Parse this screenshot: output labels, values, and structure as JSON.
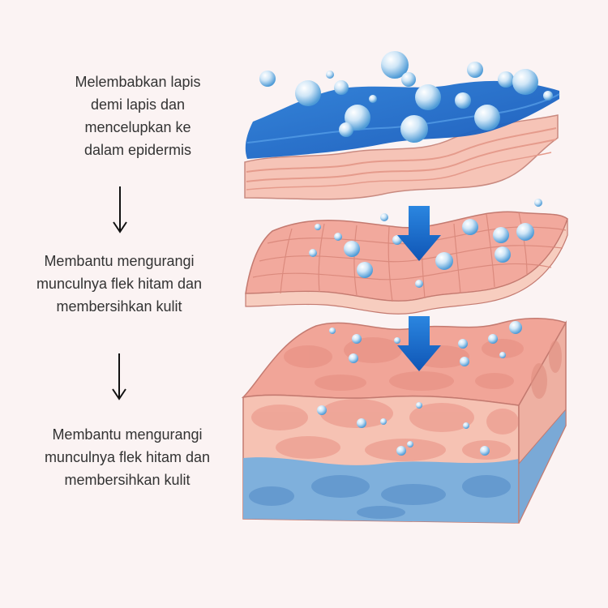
{
  "steps": [
    {
      "text": "Melembabkan lapis\ndemi lapis dan\nmencelupkan ke\ndalam epidermis"
    },
    {
      "text": "Membantu mengurangi\nmunculnya flek hitam dan\nmembersihkan kulit"
    },
    {
      "text": "Membantu mengurangi\nmunculnya flek hitam dan\nmembersihkan kulit"
    }
  ],
  "icons": {
    "step_arrow": "down-arrow-icon",
    "flow_arrow": "blue-down-arrow-icon",
    "droplet": "water-droplet-icon"
  },
  "colors": {
    "background": "#fbf3f3",
    "text": "#333333",
    "water": "#1f6fd0",
    "skin": "#f2a99d",
    "skin_light": "#f9d3c8",
    "dermis_blue": "#7fb0dc",
    "arrow_blue": "#1667c7"
  }
}
